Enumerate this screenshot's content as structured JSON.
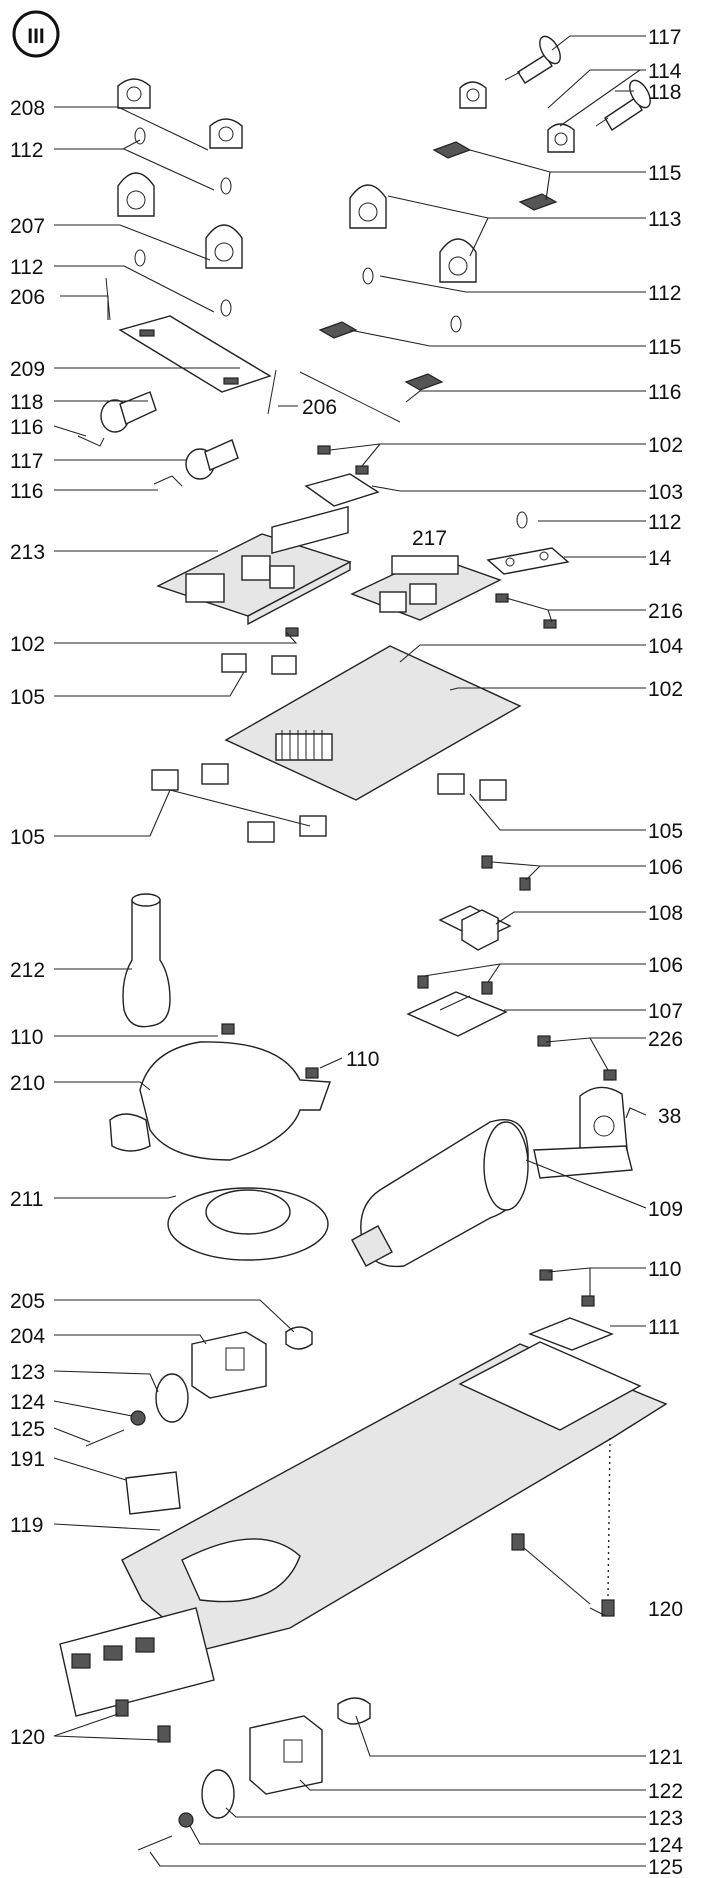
{
  "section_badge": "III",
  "callouts": [
    {
      "label": "117"
    },
    {
      "label": "114"
    },
    {
      "label": "118"
    },
    {
      "label": "208"
    },
    {
      "label": "112"
    },
    {
      "label": "115"
    },
    {
      "label": "207"
    },
    {
      "label": "113"
    },
    {
      "label": "112"
    },
    {
      "label": "206"
    },
    {
      "label": "112"
    },
    {
      "label": "115"
    },
    {
      "label": "209"
    },
    {
      "label": "116"
    },
    {
      "label": "118"
    },
    {
      "label": "206"
    },
    {
      "label": "116"
    },
    {
      "label": "102"
    },
    {
      "label": "117"
    },
    {
      "label": "116"
    },
    {
      "label": "103"
    },
    {
      "label": "112"
    },
    {
      "label": "217"
    },
    {
      "label": "213"
    },
    {
      "label": "14"
    },
    {
      "label": "216"
    },
    {
      "label": "102"
    },
    {
      "label": "104"
    },
    {
      "label": "105"
    },
    {
      "label": "102"
    },
    {
      "label": "105"
    },
    {
      "label": "105"
    },
    {
      "label": "106"
    },
    {
      "label": "108"
    },
    {
      "label": "212"
    },
    {
      "label": "106"
    },
    {
      "label": "107"
    },
    {
      "label": "110"
    },
    {
      "label": "226"
    },
    {
      "label": "110"
    },
    {
      "label": "210"
    },
    {
      "label": "38"
    },
    {
      "label": "211"
    },
    {
      "label": "109"
    },
    {
      "label": "110"
    },
    {
      "label": "205"
    },
    {
      "label": "111"
    },
    {
      "label": "204"
    },
    {
      "label": "123"
    },
    {
      "label": "124"
    },
    {
      "label": "125"
    },
    {
      "label": "191"
    },
    {
      "label": "119"
    },
    {
      "label": "120"
    },
    {
      "label": "120"
    },
    {
      "label": "121"
    },
    {
      "label": "122"
    },
    {
      "label": "123"
    },
    {
      "label": "124"
    },
    {
      "label": "125"
    }
  ]
}
